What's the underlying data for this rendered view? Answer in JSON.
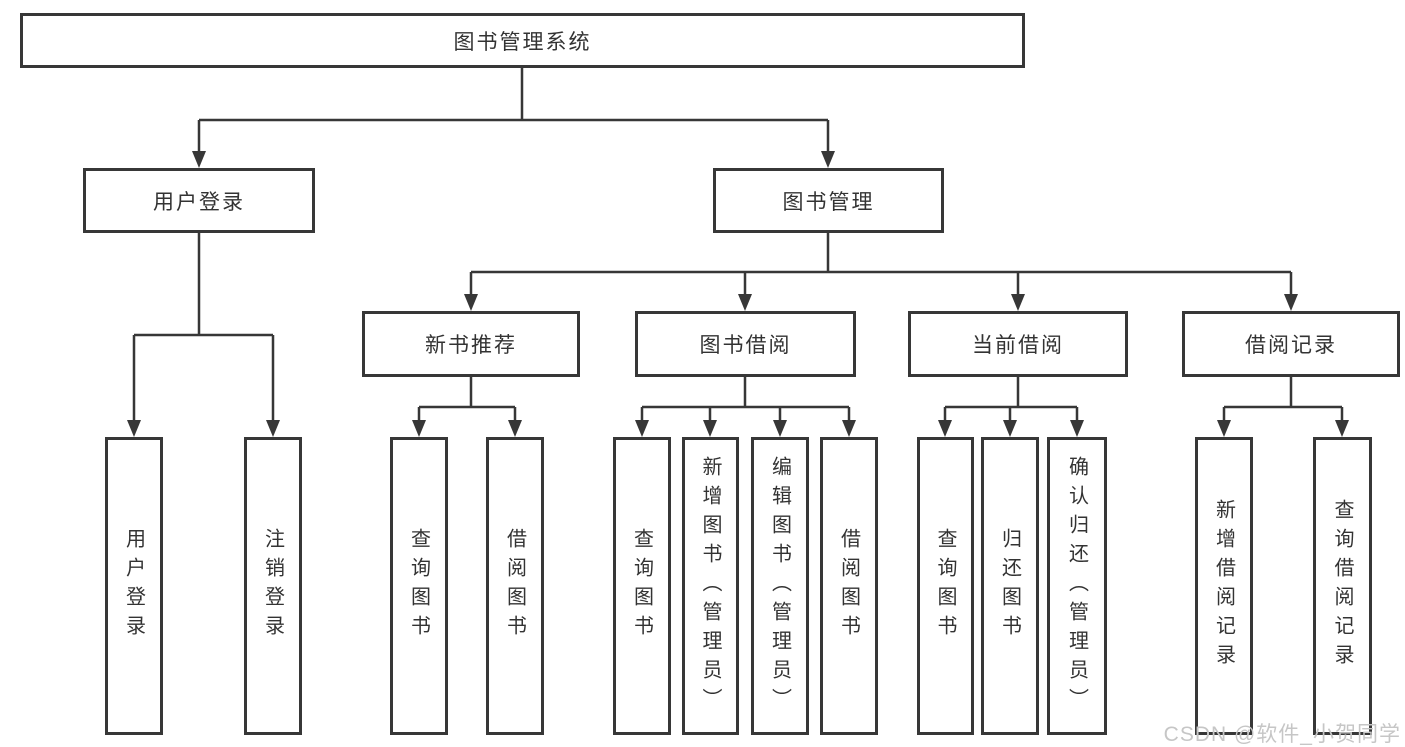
{
  "diagram": {
    "title": "图书管理系统",
    "tree": {
      "root": {
        "label": "图书管理系统",
        "children": [
          {
            "label": "用户登录",
            "children": [
              {
                "label": "用户登录"
              },
              {
                "label": "注销登录"
              }
            ]
          },
          {
            "label": "图书管理",
            "children": [
              {
                "label": "新书推荐",
                "children": [
                  {
                    "label": "查询图书"
                  },
                  {
                    "label": "借阅图书"
                  }
                ]
              },
              {
                "label": "图书借阅",
                "children": [
                  {
                    "label": "查询图书"
                  },
                  {
                    "label": "新增图书（管理员）"
                  },
                  {
                    "label": "编辑图书（管理员）"
                  },
                  {
                    "label": "借阅图书"
                  }
                ]
              },
              {
                "label": "当前借阅",
                "children": [
                  {
                    "label": "查询图书"
                  },
                  {
                    "label": "归还图书"
                  },
                  {
                    "label": "确认归还（管理员）"
                  }
                ]
              },
              {
                "label": "借阅记录",
                "children": [
                  {
                    "label": "新增借阅记录"
                  },
                  {
                    "label": "查询借阅记录"
                  }
                ]
              }
            ]
          }
        ]
      }
    },
    "colors": {
      "line": "#373737",
      "box_border": "#373737",
      "text": "#333333",
      "background": "#ffffff",
      "watermark": "#c6c6c6"
    }
  },
  "watermark": {
    "text": "CSDN @软件_小贺同学"
  }
}
